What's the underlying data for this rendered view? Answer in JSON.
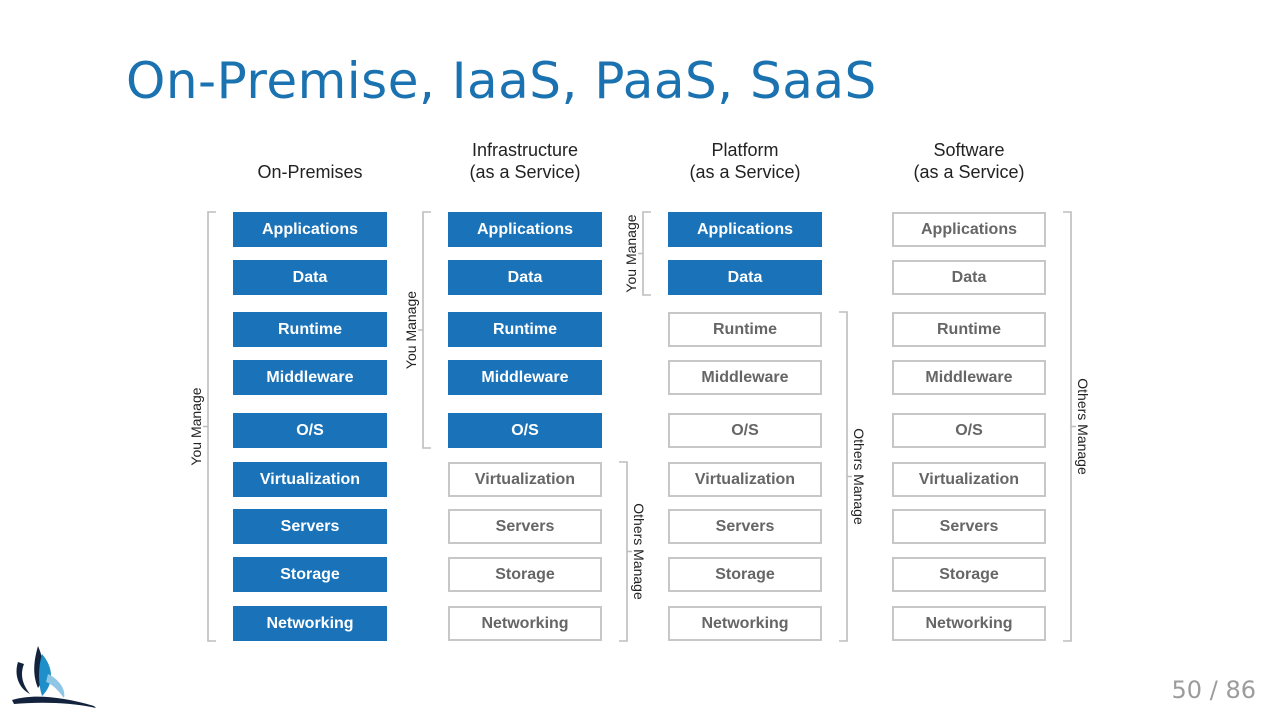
{
  "slide": {
    "title": "On-Premise, IaaS, PaaS, SaaS",
    "page_number": "50",
    "page_separator": "/",
    "page_total": "86"
  },
  "layers": [
    "Applications",
    "Data",
    "Runtime",
    "Middleware",
    "O/S",
    "Virtualization",
    "Servers",
    "Storage",
    "Networking"
  ],
  "columns": [
    {
      "heading_lines": [
        "On-Premises"
      ],
      "managed": [
        true,
        true,
        true,
        true,
        true,
        true,
        true,
        true,
        true
      ],
      "brackets": [
        {
          "label": "You Manage",
          "from": 0,
          "to": 8,
          "side": "left"
        }
      ]
    },
    {
      "heading_lines": [
        "Infrastructure",
        "(as a Service)"
      ],
      "managed": [
        true,
        true,
        true,
        true,
        true,
        false,
        false,
        false,
        false
      ],
      "brackets": [
        {
          "label": "You Manage",
          "from": 0,
          "to": 4,
          "side": "left"
        },
        {
          "label": "Others Manage",
          "from": 5,
          "to": 8,
          "side": "right"
        }
      ]
    },
    {
      "heading_lines": [
        "Platform",
        "(as a Service)"
      ],
      "managed": [
        true,
        true,
        false,
        false,
        false,
        false,
        false,
        false,
        false
      ],
      "brackets": [
        {
          "label": "You Manage",
          "from": 0,
          "to": 1,
          "side": "left"
        },
        {
          "label": "Others Manage",
          "from": 2,
          "to": 8,
          "side": "right"
        }
      ]
    },
    {
      "heading_lines": [
        "Software",
        "(as a Service)"
      ],
      "managed": [
        false,
        false,
        false,
        false,
        false,
        false,
        false,
        false,
        false
      ],
      "brackets": [
        {
          "label": "Others Manage",
          "from": 0,
          "to": 8,
          "side": "right"
        }
      ]
    }
  ],
  "colors": {
    "title": "#1a72b0",
    "managed_fill": "#1a72b9",
    "unmanaged_border": "#c7c7c7",
    "unmanaged_text": "#666666"
  },
  "icons": {
    "logo": "stylized-bird-logo"
  }
}
